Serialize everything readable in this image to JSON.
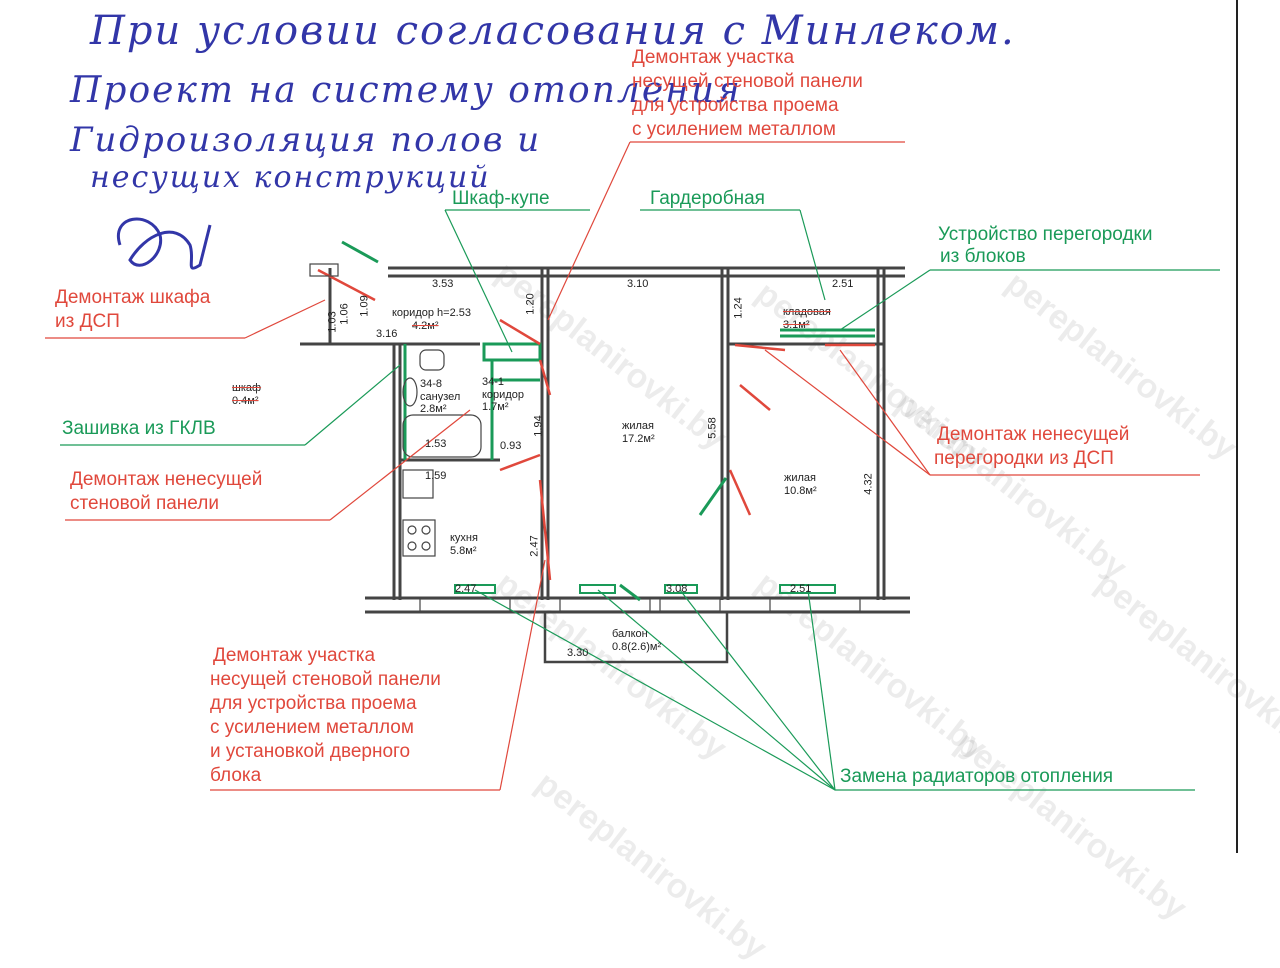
{
  "handwriting": {
    "line1": "При условии согласования с Минлеком.",
    "line2": "Проект на систему отопления",
    "line3": "Гидроизоляция полов и",
    "line4": "несущих конструкций"
  },
  "watermark": "pereplanirovki.by",
  "callouts": {
    "top_right_red": [
      "Демонтаж участка",
      "несущей стеновой панели",
      "для устройства проема",
      "с усилением металлом"
    ],
    "shkaf_kupe": "Шкаф-купе",
    "garderobnaya": "Гардеробная",
    "peregorodka": [
      "Устройство перегородки",
      "из блоков"
    ],
    "demontazh_shkafa": [
      "Демонтаж шкафа",
      "из ДСП"
    ],
    "zashivka": "Зашивка из ГКЛВ",
    "demontazh_nenesushchey_paneli": [
      "Демонтаж ненесущей",
      "стеновой панели"
    ],
    "demontazh_peregorodki_dsp": [
      "Демонтаж ненесущей",
      "перегородки из ДСП"
    ],
    "bottom_red": [
      "Демонтаж участка",
      "несущей стеновой панели",
      "для устройства проема",
      "с усилением металлом",
      "и установкой дверного",
      "блока"
    ],
    "radiatory": "Замена радиаторов отопления"
  },
  "rooms": {
    "koridor": [
      "коридор  h=2.53",
      "4.2м²"
    ],
    "sanuzel": [
      "34-8",
      "санузел",
      "2.8м²"
    ],
    "koridor2": [
      "34-1",
      "коридор",
      "1.7м²"
    ],
    "zhilaya1": [
      "жилая",
      "17.2м²"
    ],
    "zhilaya2": [
      "жилая",
      "10.8м²"
    ],
    "kladovaya": [
      "кладовая",
      "3.1м²"
    ],
    "kukhnya": [
      "кухня",
      "5.8м²"
    ],
    "shkaf": [
      "шкаф",
      "0.4м²"
    ],
    "balkon": [
      "балкон",
      "0.8(2.6)м²"
    ]
  },
  "dimensions": {
    "d353": "3.53",
    "d310": "3.10",
    "d251": "2.51",
    "d120": "1.20",
    "d124": "1.24",
    "d103": "1.03",
    "d106": "1.06",
    "d109": "1.09",
    "d316": "3.16",
    "d558": "5.58",
    "d432": "4.32",
    "d153": "1.53",
    "d159": "1.59",
    "d093": "0.93",
    "d194": "1.94",
    "d247v": "2.47",
    "d247h": "2.47",
    "d308": "3.08",
    "d251b": "2.51",
    "d330": "3.30"
  },
  "colors": {
    "red": "#e0483c",
    "green": "#1a9a58",
    "ink": "#3236a8",
    "wall": "#444444"
  }
}
